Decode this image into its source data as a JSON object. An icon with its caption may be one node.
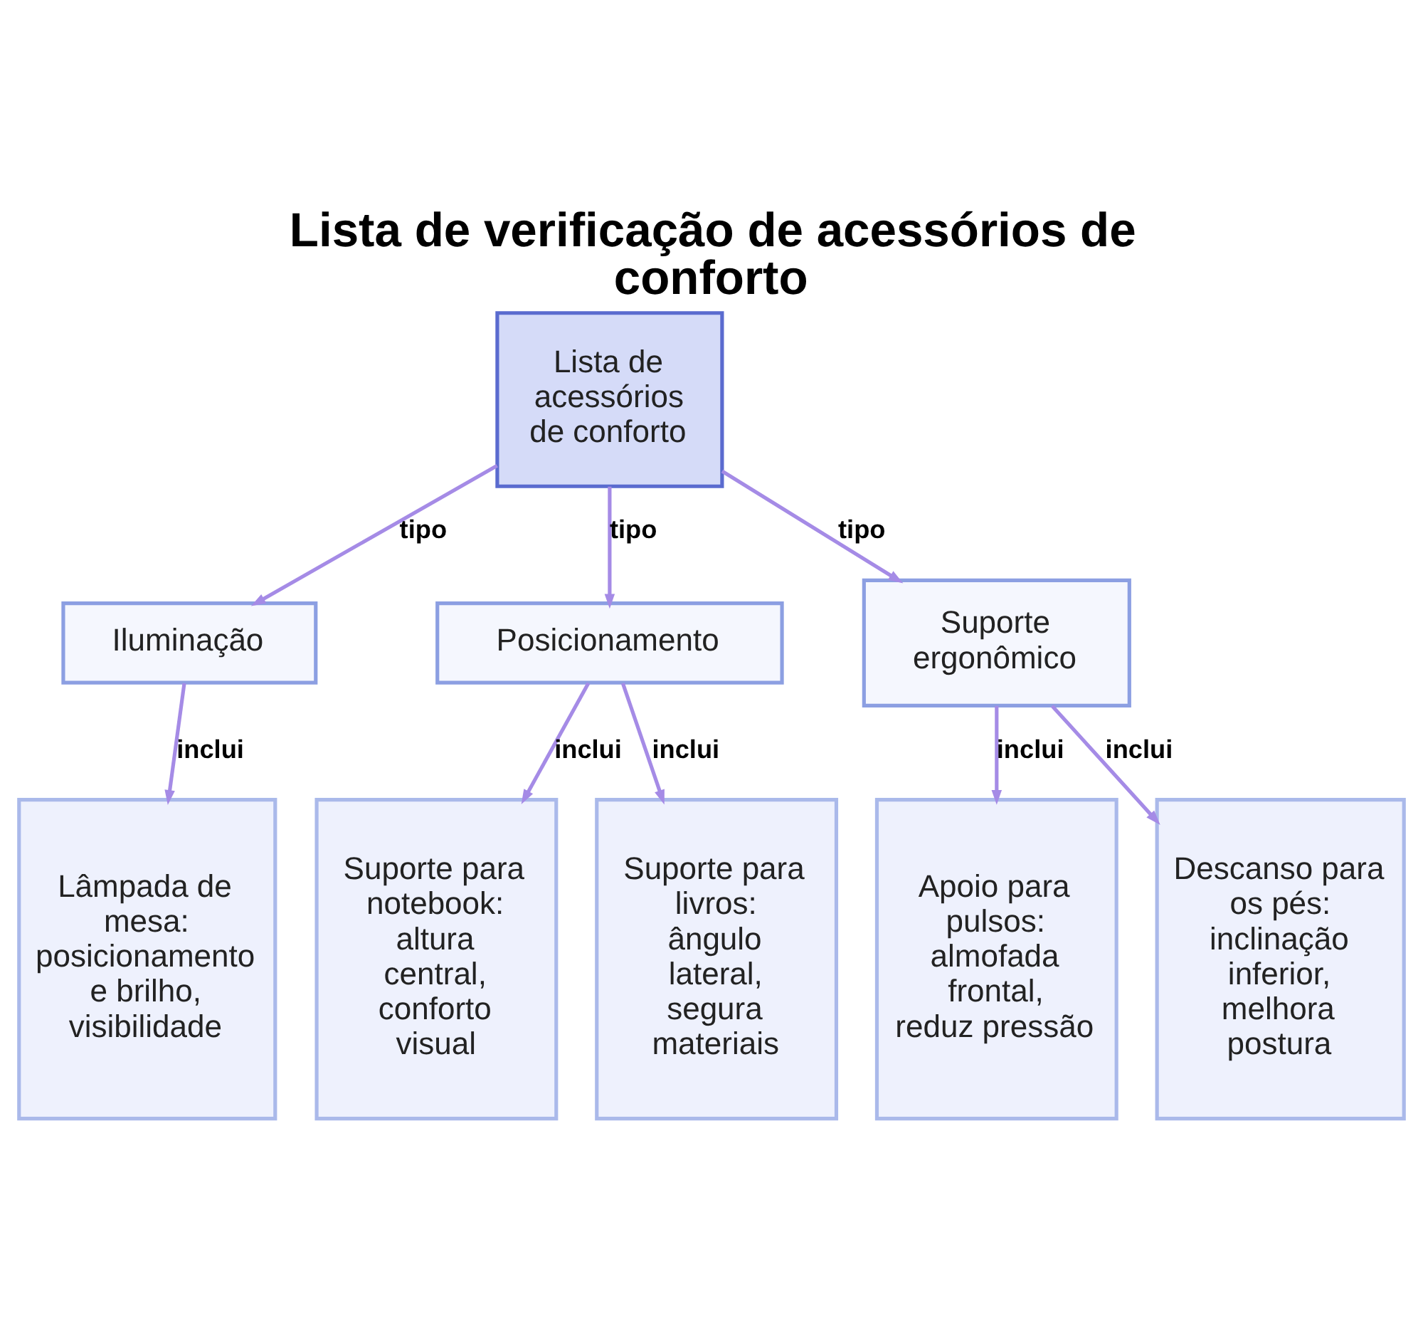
{
  "diagram": {
    "title": "Lista de verificação de acessórios de conforto",
    "nodes": [
      {
        "text": [
          "Lista de acessórios de conforto"
        ]
      },
      {
        "text": [
          "Iluminação"
        ]
      },
      {
        "text": [
          "Posicionamento"
        ]
      },
      {
        "text": [
          "Suporte ergonômico"
        ]
      },
      {
        "text": [
          "Lâmpada de mesa: posicionamento e brilho, visibilidade"
        ]
      },
      {
        "text": [
          "Suporte para notebook: altura central, conforto visual"
        ]
      },
      {
        "text": [
          "Suporte para livros: ângulo lateral, segura materiais"
        ]
      },
      {
        "text": [
          "Apoio para pulsos: almofada frontal, reduz pressão"
        ]
      },
      {
        "text": [
          "Descanso para os pés: inclinação inferior, melhora postura"
        ]
      }
    ],
    "edges": [
      {
        "from": 0,
        "to": 1,
        "arrow": "to",
        "label": "tipo"
      },
      {
        "from": 0,
        "to": 2,
        "arrow": "to",
        "label": "tipo"
      },
      {
        "from": 0,
        "to": 3,
        "arrow": "to",
        "label": "tipo"
      },
      {
        "from": 1,
        "to": 4,
        "arrow": "to",
        "label": "inclui"
      },
      {
        "from": 2,
        "to": 5,
        "arrow": "to",
        "label": "inclui"
      },
      {
        "from": 2,
        "to": 6,
        "arrow": "to",
        "label": "inclui"
      },
      {
        "from": 3,
        "to": 7,
        "arrow": "to",
        "label": "inclui"
      },
      {
        "from": 3,
        "to": 8,
        "arrow": "to",
        "label": "inclui"
      }
    ]
  }
}
